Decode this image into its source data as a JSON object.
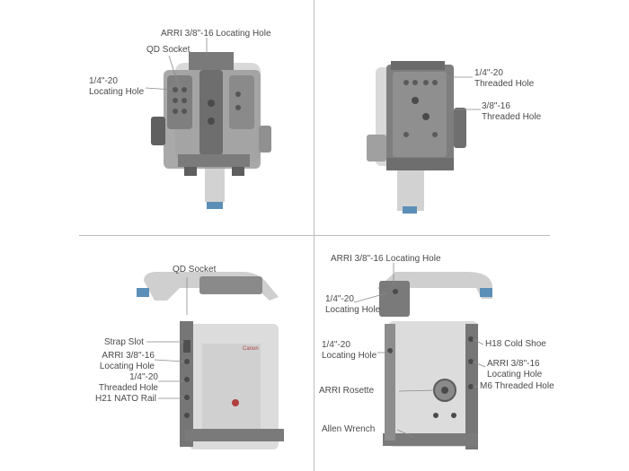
{
  "views": {
    "top": {
      "callouts": {
        "arri_locating_hole": "ARRI 3/8\"-16 Locating Hole",
        "qd_socket": "QD Socket",
        "locating_hole_1_4": "1/4\"-20\nLocating Hole"
      }
    },
    "bottom": {
      "callouts": {
        "threaded_hole_1_4": "1/4\"-20\nThreaded Hole",
        "threaded_hole_3_8": "3/8\"-16\nThreaded Hole"
      }
    },
    "left": {
      "callouts": {
        "qd_socket": "QD Socket",
        "strap_slot": "Strap Slot",
        "arri_locating_hole": "ARRI 3/8\"-16\nLocating Hole",
        "threaded_hole_1_4": "1/4\"-20\nThreaded Hole",
        "nato_rail": "H21 NATO Rail"
      }
    },
    "right": {
      "callouts": {
        "arri_locating_hole_top": "ARRI 3/8\"-16 Locating Hole",
        "locating_hole_1_4_a": "1/4\"-20\nLocating Hole",
        "locating_hole_1_4_b": "1/4\"-20\nLocating Hole",
        "cold_shoe": "H18 Cold Shoe",
        "arri_locating_hole_side": "ARRI 3/8\"-16\nLocating Hole",
        "arri_rosette": "ARRI Rosette",
        "m6_threaded_hole": "M6 Threaded Hole",
        "allen_wrench": "Allen Wrench"
      }
    },
    "camera_text": {
      "brand": "Canon"
    }
  },
  "colors": {
    "cage_dark": "#6b6b6b",
    "cage_mid": "#8e8e8e",
    "camera_ghost": "#d6d6d6",
    "accent_blue": "#5b8fb8",
    "divider": "#bdbdbd"
  }
}
